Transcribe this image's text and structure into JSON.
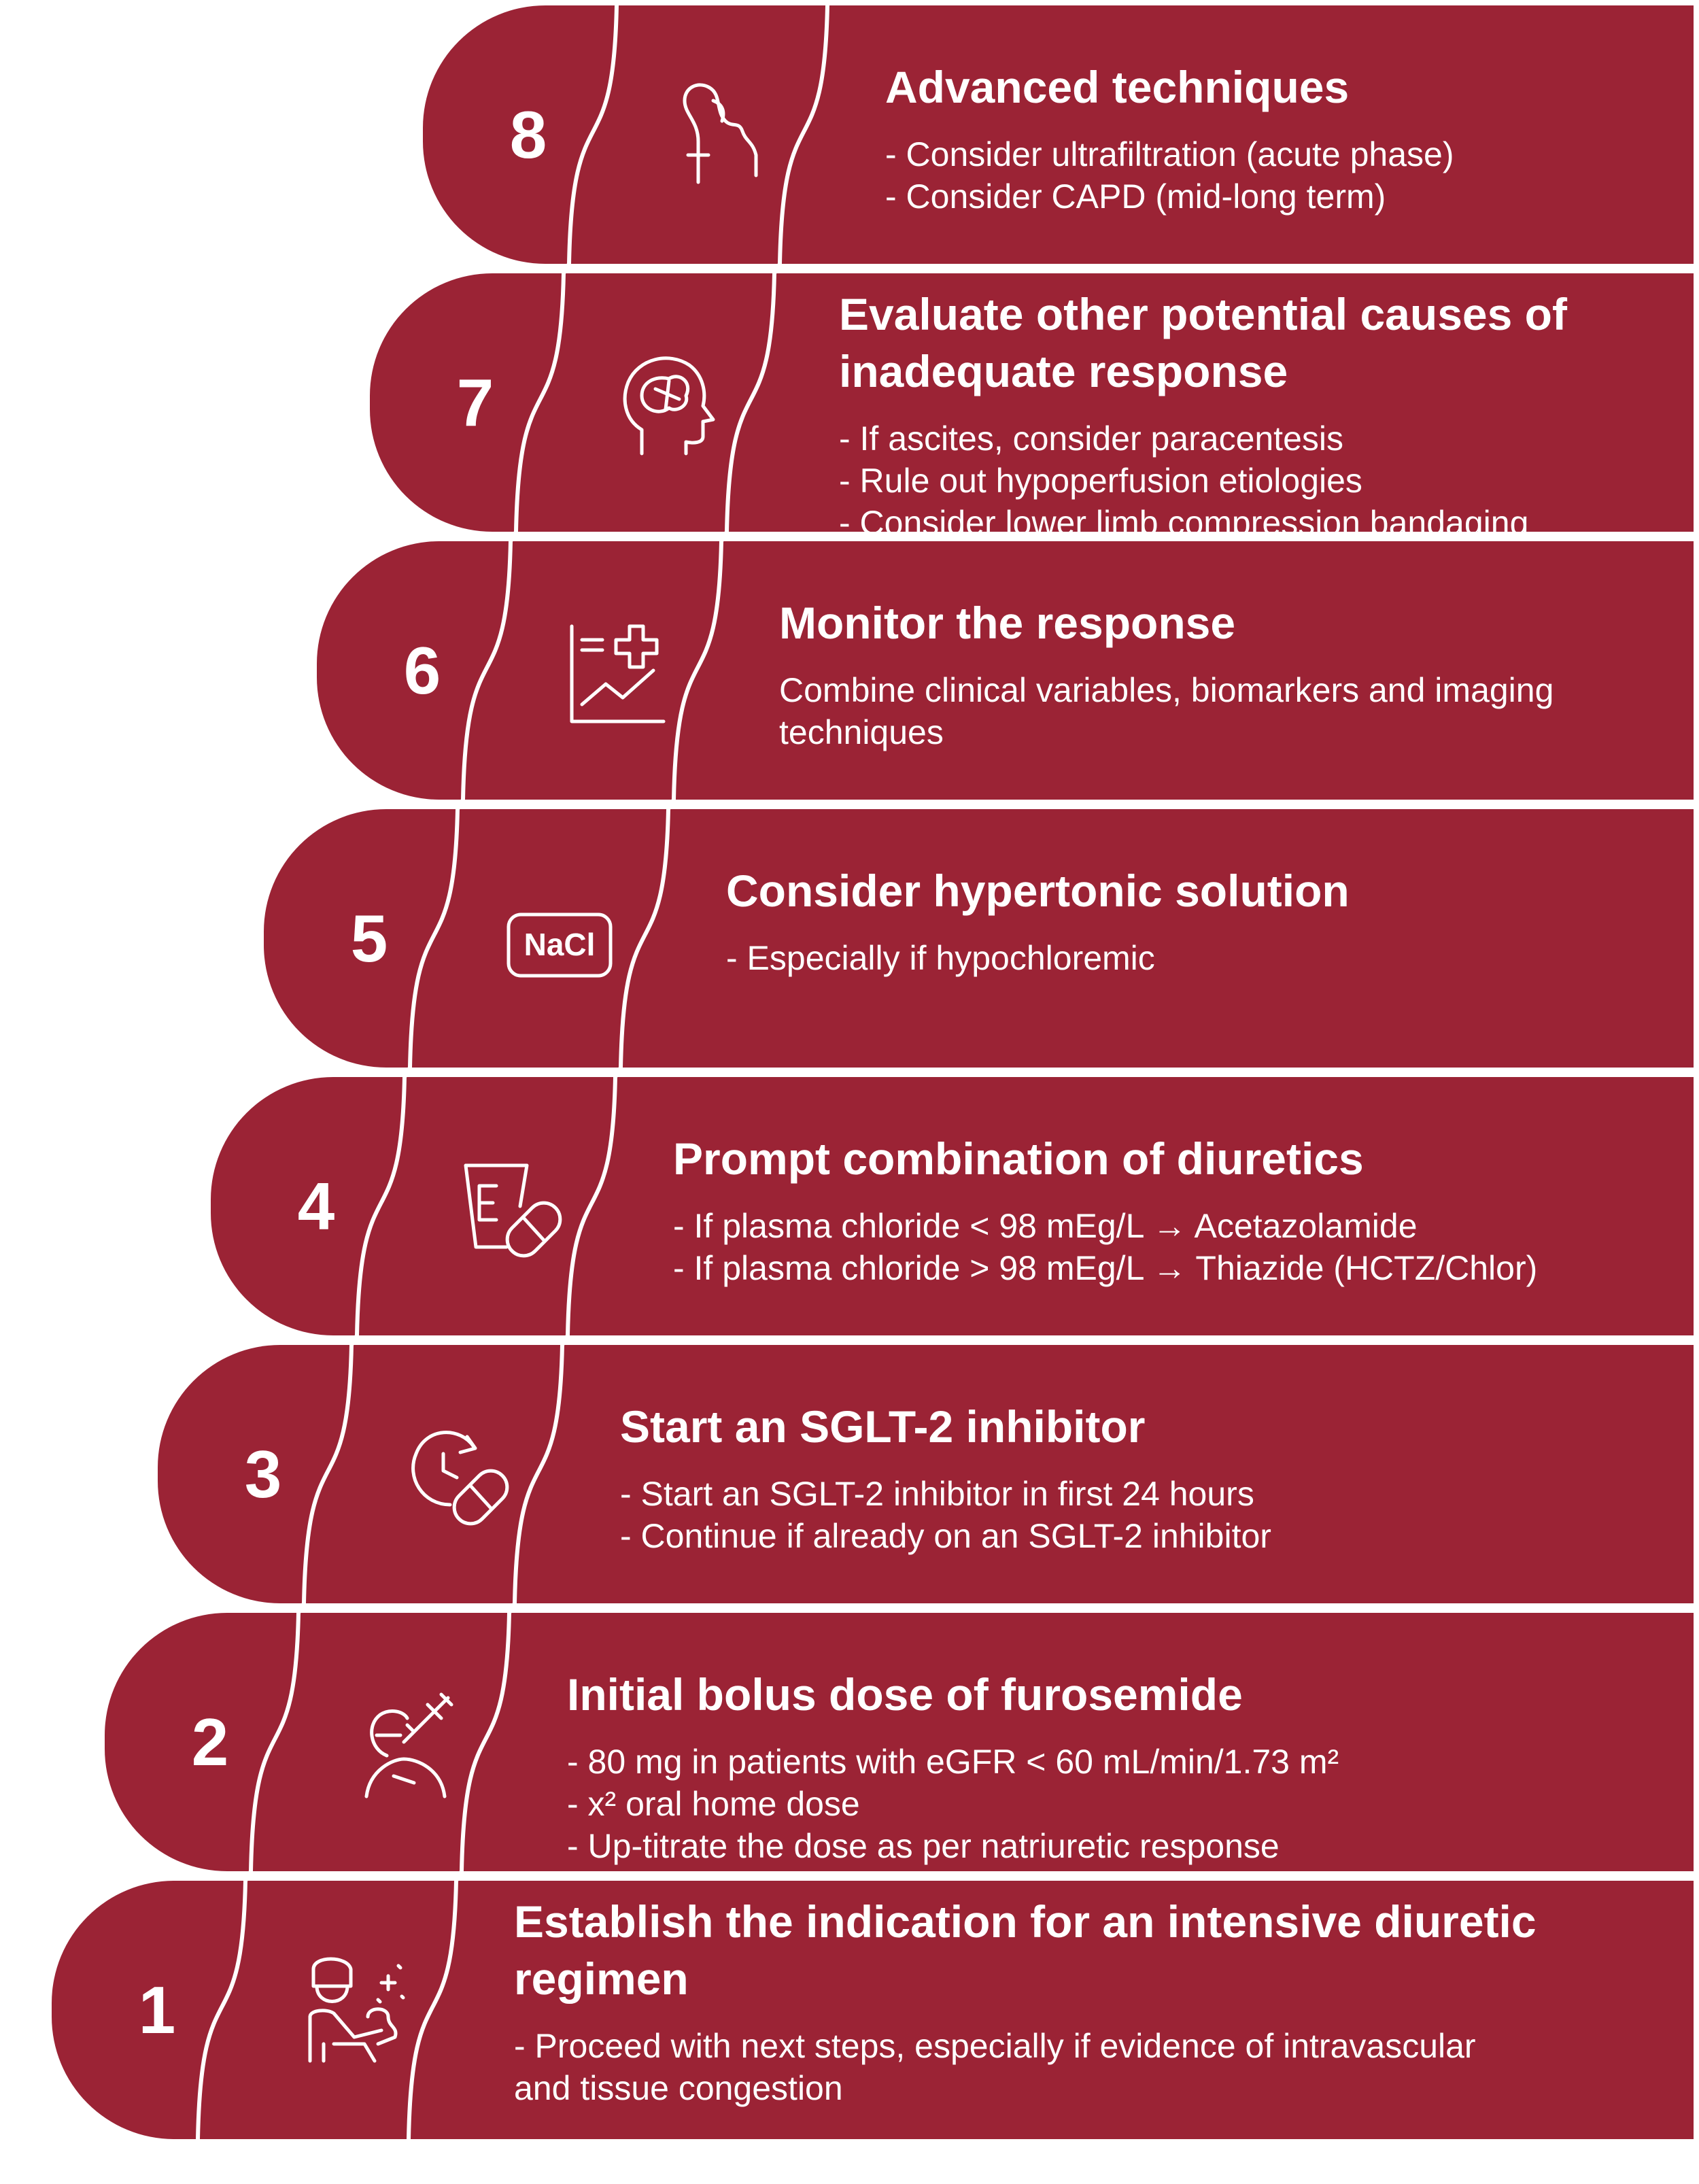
{
  "colors": {
    "step_fill": "#9b2335",
    "text": "#ffffff",
    "divider": "#ffffff"
  },
  "steps": [
    {
      "number": "8",
      "icon": "catheter-icon",
      "title": "Advanced techniques",
      "lines": [
        "- Consider ultrafiltration (acute phase)",
        "- Consider CAPD (mid-long term)"
      ]
    },
    {
      "number": "7",
      "icon": "head-brain-icon",
      "title": "Evaluate other potential causes of inadequate response",
      "lines": [
        "- If ascites, consider paracentesis",
        "- Rule out hypoperfusion etiologies",
        "- Consider lower limb compression bandaging"
      ]
    },
    {
      "number": "6",
      "icon": "medical-chart-icon",
      "title": "Monitor the response",
      "lines": [
        "Combine clinical variables, biomarkers and imaging",
        "techniques"
      ]
    },
    {
      "number": "5",
      "icon": "nacl-icon",
      "icon_text": "NaCl",
      "title": "Consider hypertonic solution",
      "lines": [
        "- Especially if hypochloremic"
      ]
    },
    {
      "number": "4",
      "icon": "cup-pill-icon",
      "title": "Prompt combination of diuretics",
      "lines": [
        "- If plasma chloride < 98 mEg/L → Acetazolamide",
        "- If plasma chloride > 98 mEg/L → Thiazide (HCTZ/Chlor)"
      ]
    },
    {
      "number": "3",
      "icon": "clock-pill-icon",
      "title": "Start an SGLT-2 inhibitor",
      "lines": [
        "- Start an SGLT-2 inhibitor in first 24 hours",
        "- Continue if already on an SGLT-2 inhibitor"
      ]
    },
    {
      "number": "2",
      "icon": "patient-injection-icon",
      "title": "Initial bolus dose of furosemide",
      "lines": [
        "- 80 mg in patients with eGFR < 60 mL/min/1.73 m²",
        "- x² oral home dose",
        "- Up-titrate the dose as per natriuretic response"
      ]
    },
    {
      "number": "1",
      "icon": "doctor-patient-icon",
      "title": "Establish the indication for an intensive diuretic regimen",
      "lines": [
        "- Proceed with next steps, especially if evidence of intravascular",
        "and tissue congestion"
      ]
    }
  ]
}
